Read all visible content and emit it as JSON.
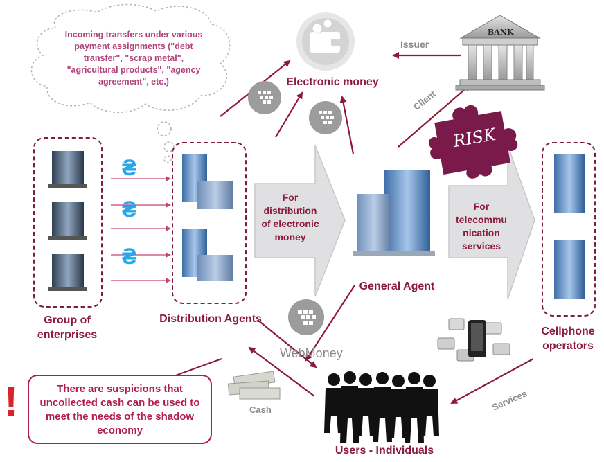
{
  "labels": {
    "electronic_money": "Electronic money",
    "issuer": "Issuer",
    "bank": "BANK",
    "client": "Client",
    "risk": "RISK",
    "group_of_enterprises": "Group of enterprises",
    "distribution_agents": "Distribution Agents",
    "general_agent": "General Agent",
    "cellphone_operators": "Cellphone operators",
    "webmoney": "WebMoney",
    "cash": "Cash",
    "services": "Services",
    "users_individuals": "Users - Individuals"
  },
  "thought_bubble": "Incoming transfers under various payment assignments (\"debt transfer\", \"scrap metal\", \"agricultural products\", \"agency agreement\", etc.)",
  "arrows": {
    "distribution": "For distribution of electronic money",
    "telecom": "For telecommu nication services"
  },
  "currency_symbol": "₴",
  "warning": {
    "mark": "!",
    "text": "There are suspicions that uncollected cash can be used to meet the needs of the shadow economy"
  },
  "colors": {
    "maroon": "#8b1a3c",
    "accent": "#b21e4b",
    "bubble_text": "#b1427a",
    "arrow_fill": "#e0dfe2",
    "gray_text": "#8a8a8a",
    "flow_line": "#c0437a"
  }
}
